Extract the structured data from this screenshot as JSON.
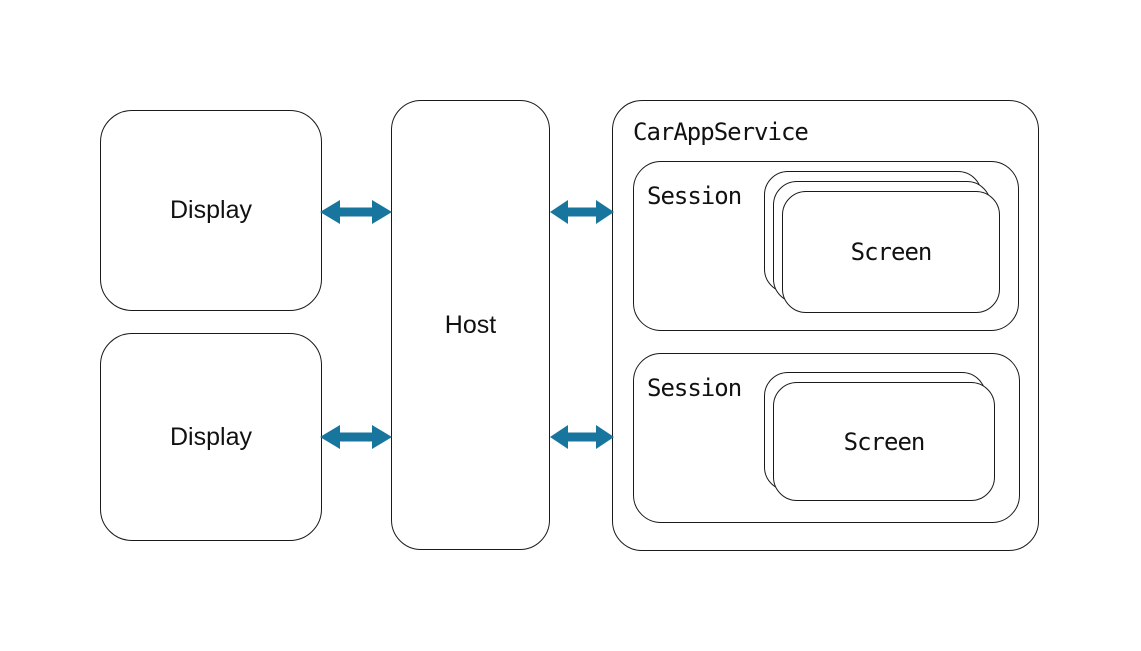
{
  "diagram": {
    "displays": [
      {
        "label": "Display"
      },
      {
        "label": "Display"
      }
    ],
    "host": {
      "label": "Host"
    },
    "service": {
      "label": "CarAppService",
      "sessions": [
        {
          "label": "Session",
          "screen_label": "Screen",
          "screen_stack_count": 3
        },
        {
          "label": "Session",
          "screen_label": "Screen",
          "screen_stack_count": 2
        }
      ]
    },
    "connectors": [
      {
        "name": "display1-host",
        "type": "bidirectional"
      },
      {
        "name": "host-service-top",
        "type": "bidirectional"
      },
      {
        "name": "display2-host",
        "type": "bidirectional"
      },
      {
        "name": "host-service-bottom",
        "type": "bidirectional"
      }
    ],
    "colors": {
      "arrow": "#17759E",
      "border": "#1a1a1a",
      "background": "#ffffff"
    }
  }
}
